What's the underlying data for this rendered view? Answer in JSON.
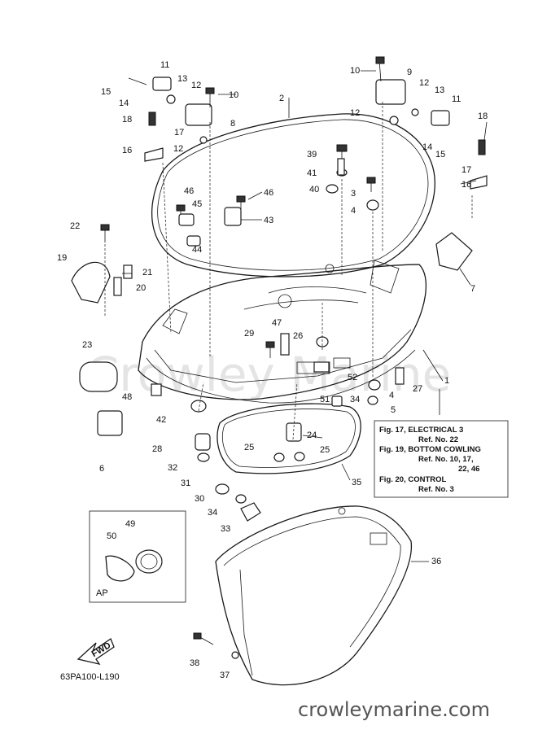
{
  "watermark": "Crowley Marine",
  "footer_site": "crowleymarine.com",
  "diagram_code": "63PA100-L190",
  "fwd_label": "FWD",
  "ap_label": "AP",
  "reference_box": [
    "Fig. 17, ELECTRICAL 3",
    "Ref. No. 22",
    "Fig. 19, BOTTOM COWLING",
    "Ref. No. 10, 17,",
    "22, 46",
    "Fig. 20, CONTROL",
    "Ref. No. 3"
  ],
  "callouts": [
    {
      "n": "11"
    },
    {
      "n": "15"
    },
    {
      "n": "14"
    },
    {
      "n": "13"
    },
    {
      "n": "12"
    },
    {
      "n": "10"
    },
    {
      "n": "18"
    },
    {
      "n": "17"
    },
    {
      "n": "8"
    },
    {
      "n": "12"
    },
    {
      "n": "16"
    },
    {
      "n": "10"
    },
    {
      "n": "9"
    },
    {
      "n": "12"
    },
    {
      "n": "13"
    },
    {
      "n": "11"
    },
    {
      "n": "12"
    },
    {
      "n": "18"
    },
    {
      "n": "14"
    },
    {
      "n": "15"
    },
    {
      "n": "17"
    },
    {
      "n": "16"
    },
    {
      "n": "2"
    },
    {
      "n": "39"
    },
    {
      "n": "41"
    },
    {
      "n": "40"
    },
    {
      "n": "3"
    },
    {
      "n": "4"
    },
    {
      "n": "46"
    },
    {
      "n": "45"
    },
    {
      "n": "46"
    },
    {
      "n": "43"
    },
    {
      "n": "44"
    },
    {
      "n": "22"
    },
    {
      "n": "19"
    },
    {
      "n": "21"
    },
    {
      "n": "20"
    },
    {
      "n": "7"
    },
    {
      "n": "23"
    },
    {
      "n": "29"
    },
    {
      "n": "47"
    },
    {
      "n": "26"
    },
    {
      "n": "27"
    },
    {
      "n": "1"
    },
    {
      "n": "52"
    },
    {
      "n": "4"
    },
    {
      "n": "48"
    },
    {
      "n": "51"
    },
    {
      "n": "34"
    },
    {
      "n": "5"
    },
    {
      "n": "6"
    },
    {
      "n": "42"
    },
    {
      "n": "28"
    },
    {
      "n": "24"
    },
    {
      "n": "25"
    },
    {
      "n": "25"
    },
    {
      "n": "32"
    },
    {
      "n": "31"
    },
    {
      "n": "35"
    },
    {
      "n": "30"
    },
    {
      "n": "34"
    },
    {
      "n": "33"
    },
    {
      "n": "49"
    },
    {
      "n": "50"
    },
    {
      "n": "36"
    },
    {
      "n": "38"
    },
    {
      "n": "37"
    }
  ]
}
